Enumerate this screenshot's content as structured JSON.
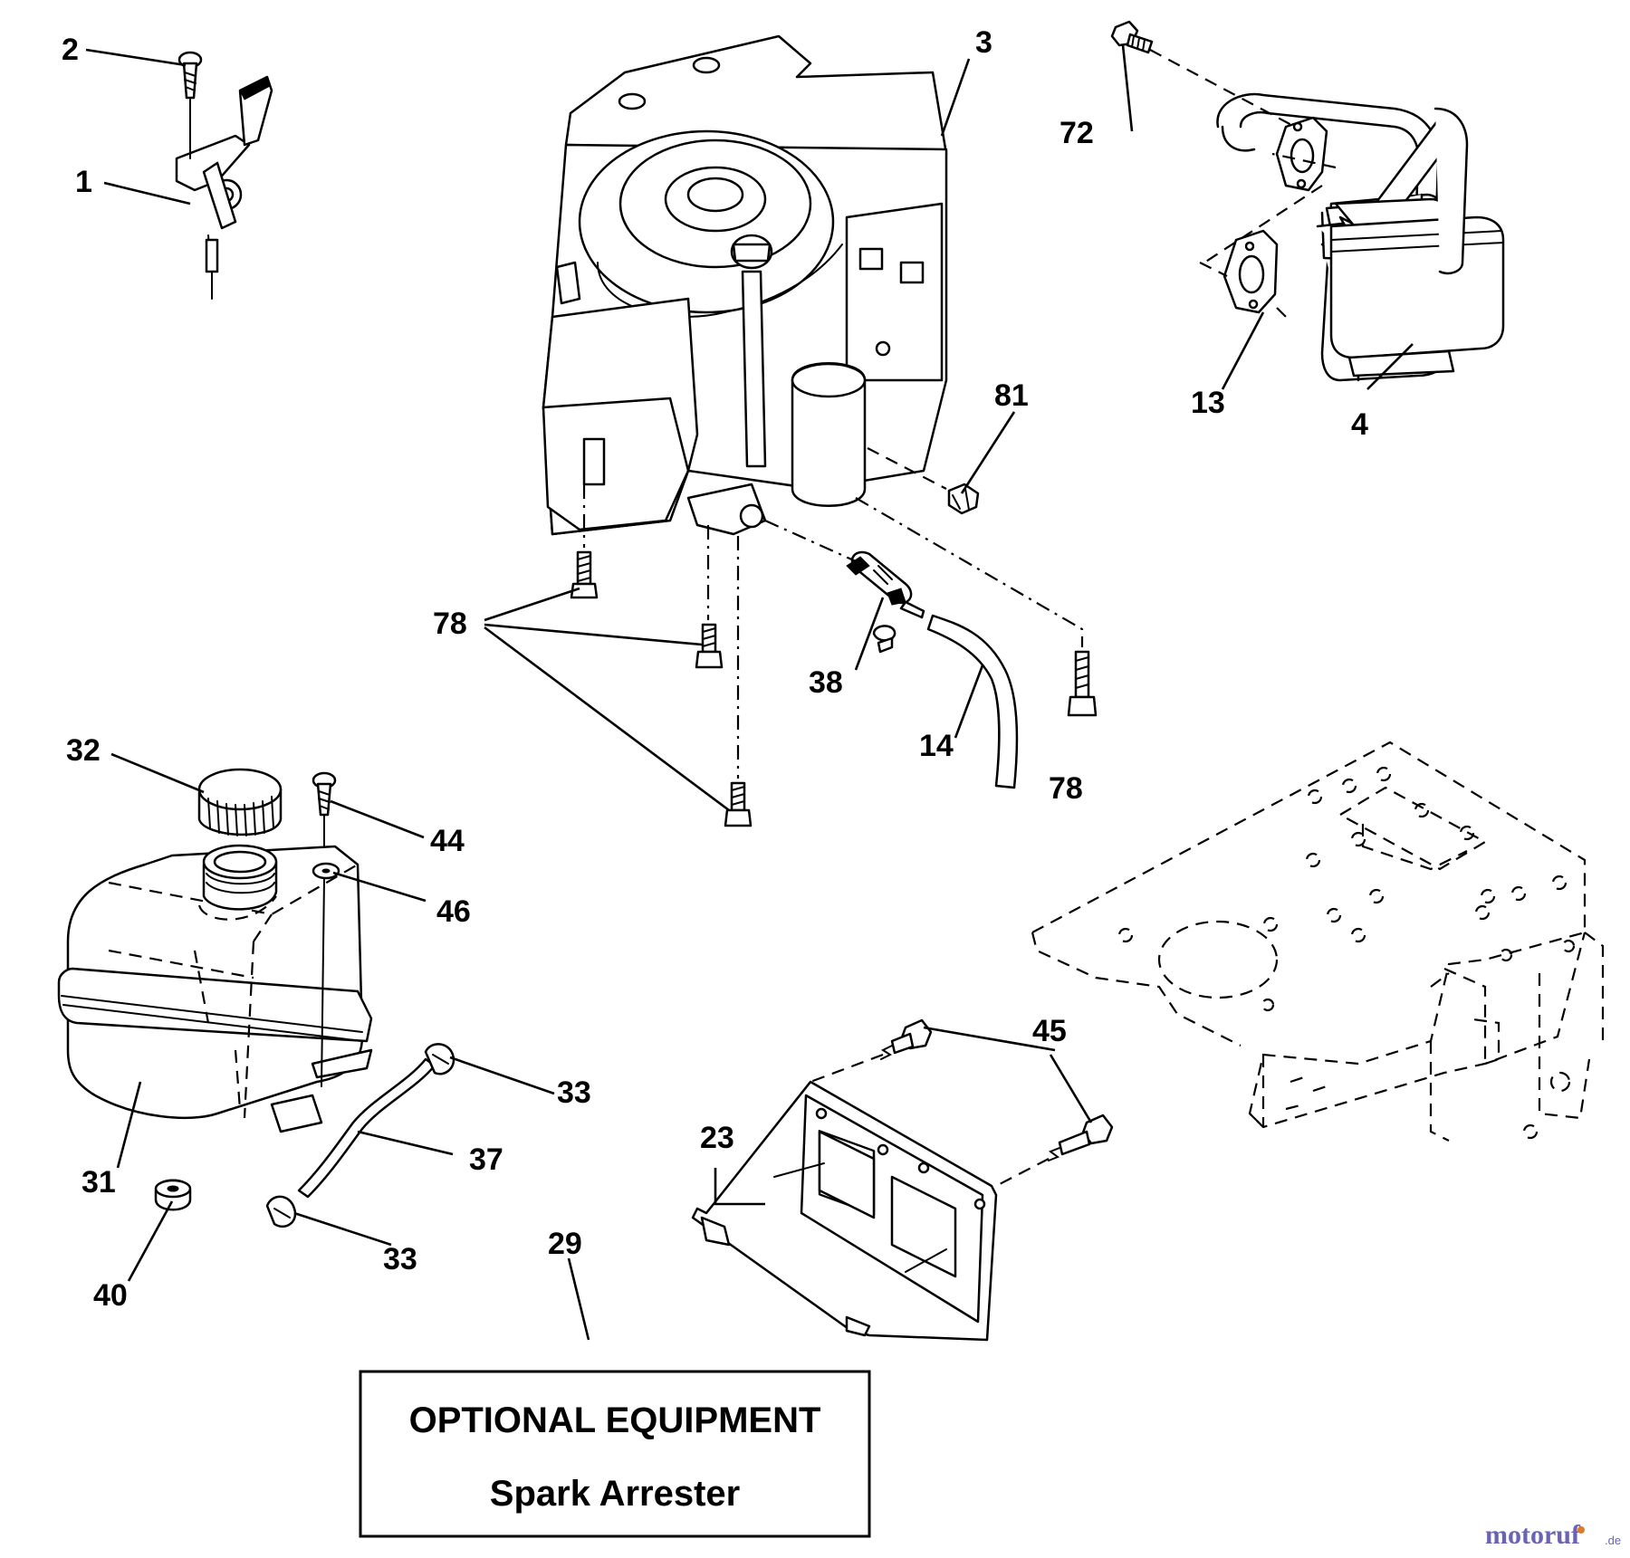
{
  "callouts": {
    "c1": "1",
    "c2": "2",
    "c3": "3",
    "c4": "4",
    "c13": "13",
    "c14": "14",
    "c23": "23",
    "c29": "29",
    "c31": "31",
    "c32": "32",
    "c33a": "33",
    "c33b": "33",
    "c37": "37",
    "c38": "38",
    "c40": "40",
    "c44": "44",
    "c45": "45",
    "c46": "46",
    "c72": "72",
    "c78a": "78",
    "c78b": "78",
    "c81": "81"
  },
  "optional_box": {
    "title": "OPTIONAL EQUIPMENT",
    "subtitle": "Spark Arrester"
  },
  "watermark": {
    "brand": "motoruf",
    "tld": ".de"
  },
  "colors": {
    "line": "#000000",
    "background": "#ffffff",
    "watermark": "#6a63b5",
    "watermark_accent": "#e07a2a"
  }
}
